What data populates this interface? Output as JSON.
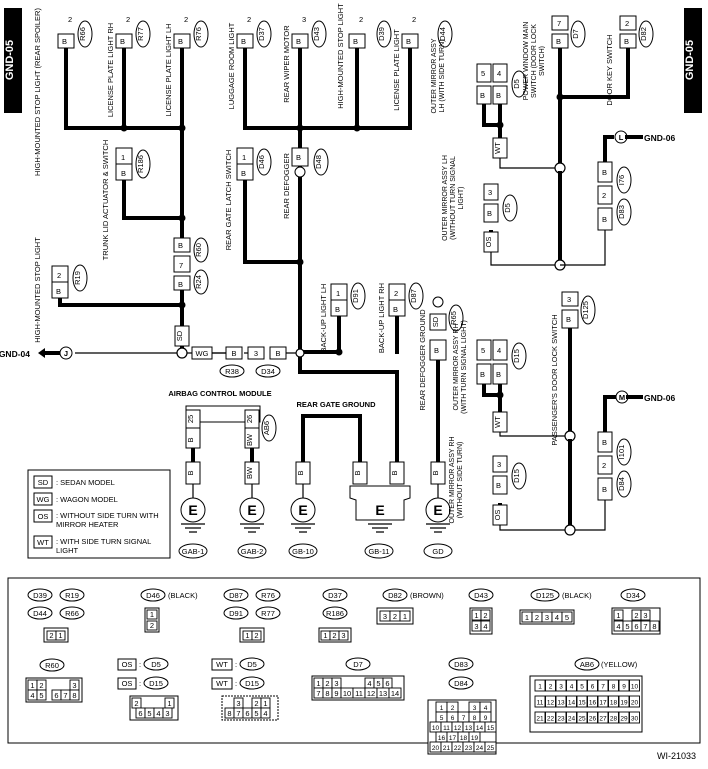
{
  "diagram": {
    "gnd_label": "GND-05",
    "id": "WI-21033",
    "loads_top": [
      {
        "label": "HIGH-MOUNTED STOP LIGHT (REAR SPOILER)",
        "conn": "R66",
        "pins": [
          "B",
          "2"
        ]
      },
      {
        "label": "LICENSE PLATE LIGHT RH",
        "conn": "R77",
        "pins": [
          "B",
          "2"
        ]
      },
      {
        "label": "LICENSE PLATE LIGHT LH",
        "conn": "R76",
        "pins": [
          "B",
          "2"
        ]
      },
      {
        "label": "LUGGAGE ROOM LIGHT",
        "conn": "D37",
        "pins": [
          "B",
          "2"
        ]
      },
      {
        "label": "REAR WIPER MOTOR",
        "conn": "D43",
        "pins": [
          "B",
          "3"
        ]
      },
      {
        "label": "HIGH-MOUNTED STOP LIGHT",
        "conn": "D39",
        "pins": [
          "B",
          "2"
        ]
      },
      {
        "label": "LICENSE PLATE LIGHT",
        "conn": "D44",
        "pins": [
          "B",
          "2"
        ]
      }
    ],
    "trunk": {
      "label": "TRUNK LID ACTUATOR & SWITCH",
      "conn": "R186",
      "pins": [
        "B",
        "1"
      ]
    },
    "hm_stop": {
      "label": "HIGH-MOUNTED STOP LIGHT",
      "conn": "R19",
      "pins": [
        "B",
        "2"
      ]
    },
    "r60": {
      "conn_top": "R60",
      "conn_bot": "R24",
      "pins": [
        "B",
        "7",
        "B"
      ]
    },
    "rear_gate": {
      "label": "REAR GATE LATCH SWITCH",
      "conn": "D46",
      "pins": [
        "B",
        "1"
      ]
    },
    "defogger": {
      "label": "REAR DEFOGGER",
      "conn": "D48",
      "pins": [
        "B"
      ]
    },
    "backup_lh": {
      "label": "BACK-UP LIGHT LH",
      "conn": "D91",
      "pins": [
        "B",
        "1"
      ]
    },
    "backup_rh": {
      "label": "BACK-UP LIGHT RH",
      "conn": "D87",
      "pins": [
        "B",
        "2"
      ]
    },
    "def_ground": {
      "label": "REAR DEFOGGER GROUND",
      "conn": "R65",
      "pins": [
        "SD",
        "B"
      ]
    },
    "gnd04": {
      "label": "GND-04",
      "circle": "J"
    },
    "junction": {
      "left": "R38",
      "right": "D34",
      "pins": [
        "B",
        "3",
        "B"
      ],
      "wg": "WG",
      "sd": "SD"
    },
    "airbag": {
      "label": "AIRBAG CONTROL MODULE",
      "conn": "AB6",
      "pins": [
        "25",
        "26",
        "B",
        "BW"
      ]
    },
    "rear_gate_ground": "REAR GATE GROUND",
    "grounds": [
      "GAB-1",
      "GAB-2",
      "GB-10",
      "GB-11",
      "GD"
    ],
    "ground_letter": "E",
    "ground_pins": [
      "B",
      "BW",
      "B",
      "B",
      "B",
      "B"
    ],
    "mirror_lh_turn": {
      "label": "OUTER MIRROR ASSY LH (WITH SIDE TURN)",
      "conn": "D5",
      "pins": [
        "5",
        "4",
        "B",
        "B"
      ]
    },
    "mirror_lh_noturn": {
      "label": "OUTER MIRROR ASSY LH (WITHOUT TURN SIGNAL LIGHT)",
      "conn": "D5",
      "pins": [
        "B",
        "3"
      ]
    },
    "pw_switch": {
      "label": "POWER WINDOW MAIN SWITCH (DOOR LOCK SWITCH)",
      "conn": "D7",
      "pins": [
        "B",
        "7"
      ]
    },
    "key_switch": {
      "label": "DOOR KEY SWITCH",
      "conn": "D82",
      "pins": [
        "B",
        "2"
      ]
    },
    "gnd06_a": {
      "label": "GND-06",
      "circle": "L"
    },
    "gnd06_b": {
      "label": "GND-06",
      "circle": "M"
    },
    "d83": {
      "conn_top": "I76",
      "conn_bot": "D83",
      "pins": [
        "B",
        "2",
        "B"
      ]
    },
    "d84": {
      "conn_top": "I101",
      "conn_bot": "D84",
      "pins": [
        "B",
        "2",
        "B"
      ]
    },
    "mirror_rh_turn": {
      "label": "OUTER MIRROR ASSY RH (WITH TURN SIGNAL LIGHT)",
      "conn": "D15",
      "pins": [
        "5",
        "4",
        "B",
        "B"
      ]
    },
    "mirror_rh_noturn": {
      "label": "OUTER MIRROR ASSY RH (WITHOUT SIDE TURN)",
      "conn": "D15",
      "pins": [
        "B",
        "3"
      ]
    },
    "pass_lock": {
      "label": "PASSENGER'S DOOR LOCK SWITCH",
      "conn": "D125",
      "pins": [
        "B",
        "3"
      ]
    },
    "wt": "WT",
    "os": "OS"
  },
  "legend": [
    {
      "code": "SD",
      "text": ": SEDAN MODEL"
    },
    {
      "code": "WG",
      "text": ": WAGON MODEL"
    },
    {
      "code": "OS",
      "text": ": WITHOUT SIDE TURN WITH MIRROR HEATER"
    },
    {
      "code": "WT",
      "text": ": WITH SIDE TURN SIGNAL LIGHT"
    }
  ],
  "connectors": {
    "g1": {
      "codes": [
        "D39",
        "R19",
        "D44",
        "R66"
      ],
      "pins": [
        "2",
        "1"
      ]
    },
    "g2": {
      "code": "D46",
      "color": "(BLACK)",
      "pins": [
        "1",
        "2"
      ]
    },
    "g3": {
      "codes": [
        "D87",
        "R76",
        "D91",
        "R77"
      ],
      "pins": [
        "1",
        "2"
      ]
    },
    "g4": {
      "codes": [
        "D37",
        "R186"
      ],
      "pins": [
        "1",
        "2",
        "3"
      ]
    },
    "g5": {
      "code": "D82",
      "color": "(BROWN)",
      "pins": [
        "3",
        "2",
        "1"
      ]
    },
    "g6": {
      "code": "D43",
      "pins": [
        "1",
        "2",
        "3",
        "4"
      ]
    },
    "g7": {
      "code": "D125",
      "color": "(BLACK)",
      "pins": [
        "1",
        "2",
        "3",
        "4",
        "5"
      ]
    },
    "g8": {
      "code": "D34",
      "pins": [
        "1",
        "2",
        "3",
        "4",
        "5",
        "6",
        "7",
        "8"
      ]
    },
    "g9": {
      "code": "R60",
      "pins": [
        "1",
        "2",
        "3",
        "4",
        "5",
        "6",
        "7",
        "8"
      ]
    },
    "g10": {
      "os": "OS",
      "wt": "WT",
      "d5": "D5",
      "d15": "D15",
      "pins_a": [
        "2",
        "1",
        "6",
        "5",
        "4",
        "3"
      ],
      "pins_b": [
        "3",
        "2",
        "1",
        "8",
        "7",
        "6",
        "5",
        "4"
      ]
    },
    "g11": {
      "code": "D7",
      "pins": [
        "1",
        "2",
        "3",
        "4",
        "5",
        "6",
        "7",
        "8",
        "9",
        "10",
        "11",
        "12",
        "13",
        "14"
      ]
    },
    "g12": {
      "codes": [
        "D83",
        "D84"
      ],
      "pins": [
        "1",
        "2",
        "3",
        "4",
        "5",
        "6",
        "7",
        "8",
        "9",
        "10",
        "11",
        "12",
        "13",
        "14",
        "15",
        "16",
        "17",
        "18",
        "19",
        "20",
        "21",
        "22",
        "23",
        "24",
        "25"
      ]
    },
    "g13": {
      "code": "AB6",
      "color": "(YELLOW)",
      "pins": [
        "1",
        "2",
        "3",
        "4",
        "5",
        "6",
        "7",
        "8",
        "9",
        "10",
        "11",
        "12",
        "13",
        "14",
        "15",
        "16",
        "17",
        "18",
        "19",
        "20",
        "21",
        "22",
        "23",
        "24",
        "25",
        "26",
        "27",
        "28",
        "29",
        "30"
      ]
    }
  }
}
